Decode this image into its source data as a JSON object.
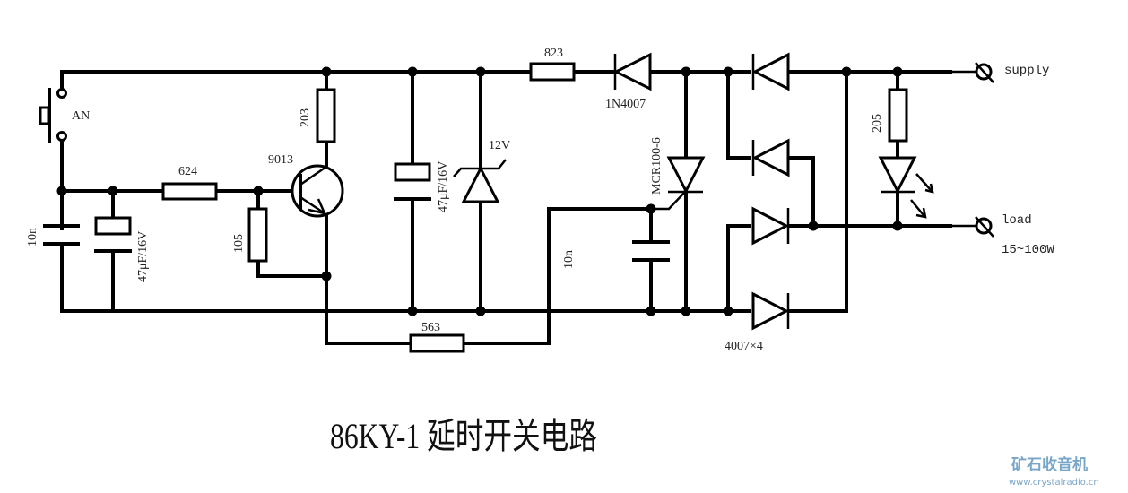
{
  "title": "86KY-1 延时开关电路",
  "components": {
    "switch": "AN",
    "cap_input": "10n",
    "cap_timing": "47μF/16V",
    "res_base": "624",
    "res_base_bias": "105",
    "res_collector": "203",
    "transistor": "9013",
    "cap_filter": "47μF/16V",
    "zener": "12V",
    "res_supply": "823",
    "diode_supply": "1N4007",
    "scr": "MCR100-6",
    "cap_gate": "10n",
    "res_feedback": "563",
    "bridge": "4007×4",
    "res_led": "205"
  },
  "terminals": {
    "supply": "supply",
    "load": "load",
    "load_rating": "15~100W"
  },
  "watermark": {
    "name": "矿石收音机",
    "url": "www.crystalradio.cn"
  }
}
